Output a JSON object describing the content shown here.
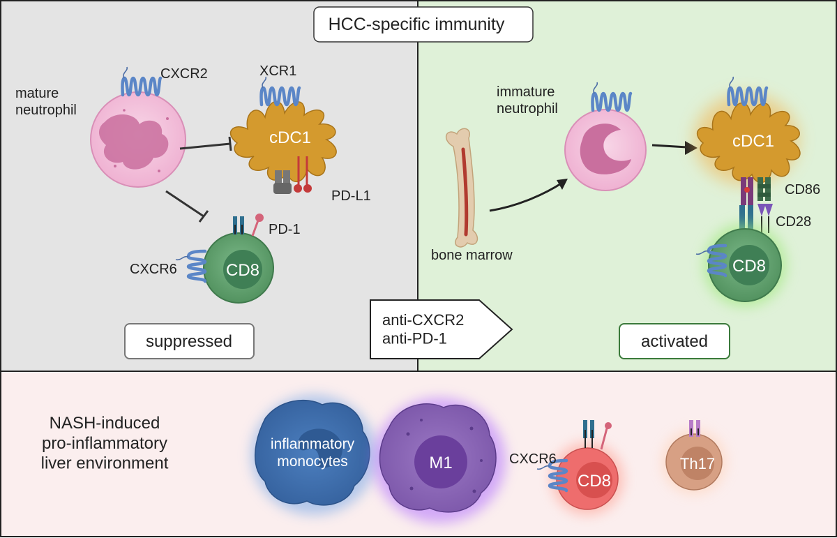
{
  "title": "HCC-specific immunity",
  "left_panel": {
    "cells": {
      "neutrophil": "mature\nneutrophil",
      "cxcr2": "CXCR2",
      "xcr1": "XCR1",
      "cdc1": "cDC1",
      "pdl1": "PD-L1",
      "pd1": "PD-1",
      "cxcr6": "CXCR6",
      "cd8": "CD8"
    },
    "status": "suppressed"
  },
  "treatment": "anti-CXCR2\nanti-PD-1",
  "right_panel": {
    "cells": {
      "neutrophil": "immature\nneutrophil",
      "bone_marrow": "bone marrow",
      "cdc1": "cDC1",
      "cd86": "CD86",
      "cd28": "CD28",
      "cd8": "CD8"
    },
    "status": "activated"
  },
  "bottom_panel": {
    "title": "NASH-induced\npro-inflammatory\nliver environment",
    "cells": {
      "monocytes": "inflammatory\nmonocytes",
      "m1": "M1",
      "cxcr6": "CXCR6",
      "cd8": "CD8",
      "th17": "Th17"
    }
  },
  "colors": {
    "left_bg": "#e4e4e4",
    "right_bg": "#dff1d8",
    "bottom_bg": "#fbeeee",
    "neutrophil": "#f2b9d7",
    "dc": "#d49a2e",
    "cd8": "#5d9f6b",
    "monocyte": "#3f6fae",
    "m1": "#8a62b6",
    "cd8_red": "#ee6d6d",
    "th17": "#d7a084",
    "receptor_blue": "#5b86c7"
  }
}
